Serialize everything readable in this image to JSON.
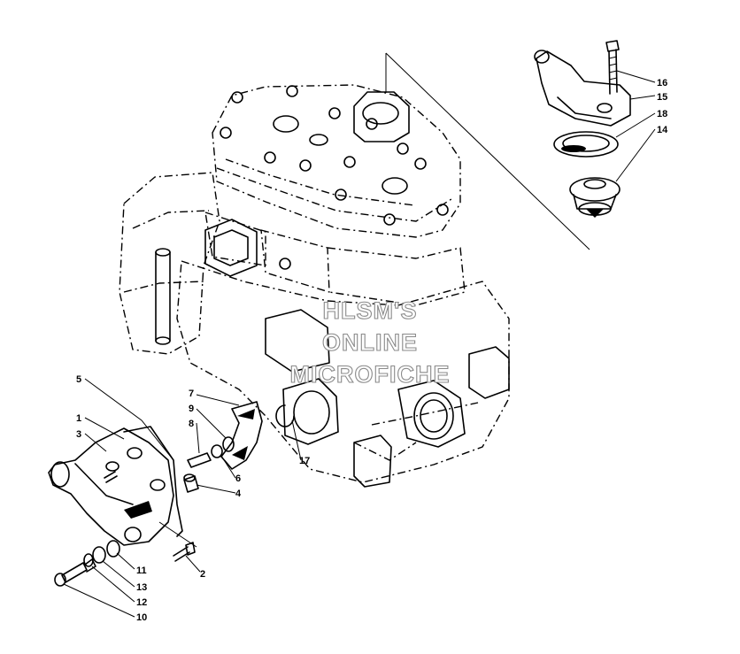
{
  "watermark": {
    "line1": "HLSM'S",
    "line2": "ONLINE",
    "line3": "MICROFICHE"
  },
  "callouts": {
    "c1": "1",
    "c2": "2",
    "c3": "3",
    "c4": "4",
    "c5": "5",
    "c6": "6",
    "c7": "7",
    "c8": "8",
    "c9": "9",
    "c10": "10",
    "c11": "11",
    "c12": "12",
    "c13": "13",
    "c14": "14",
    "c15": "15",
    "c16": "16",
    "c17": "17",
    "c18": "18"
  }
}
